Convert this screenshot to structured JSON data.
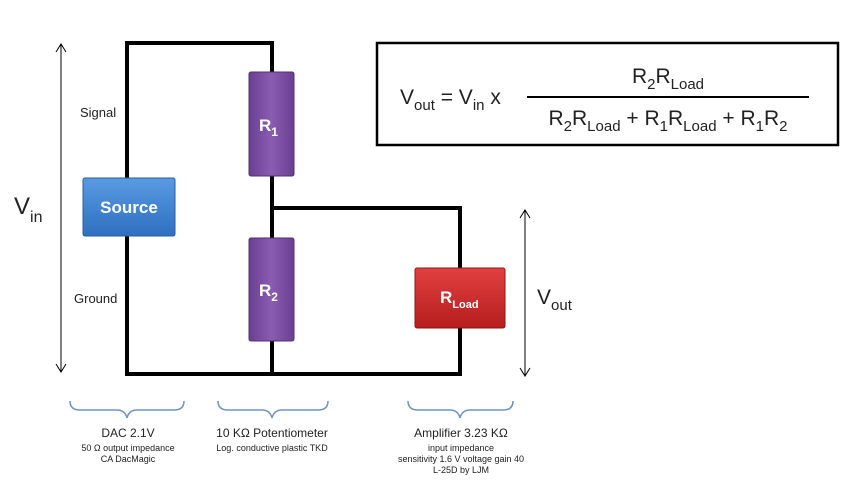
{
  "labels": {
    "vin_main": "V",
    "vin_sub": "in",
    "vout_main": "V",
    "vout_sub": "out",
    "signal": "Signal",
    "ground": "Ground"
  },
  "components": {
    "source": {
      "label": "Source",
      "color": "#3b7fd0"
    },
    "r1": {
      "main": "R",
      "sub": "1",
      "color": "#7a4ea0"
    },
    "r2": {
      "main": "R",
      "sub": "2",
      "color": "#7a4ea0"
    },
    "rload": {
      "main": "R",
      "sub": "Load",
      "color": "#cc2b2b"
    }
  },
  "formula": {
    "lhs_v": "V",
    "lhs_sub": "out",
    "eq": " = V",
    "vin_sub": "in",
    "times": " x",
    "num": {
      "a": "R",
      "b": "2",
      "c": "R",
      "d": "Load"
    },
    "den": {
      "t1a": "R",
      "t1b": "2",
      "t1c": "R",
      "t1d": "Load",
      "plus1": " + ",
      "t2a": "R",
      "t2b": "1",
      "t2c": "R",
      "t2d": "Load",
      "plus2": " + ",
      "t3a": "R",
      "t3b": "1",
      "t3c": "R",
      "t3d": "2"
    }
  },
  "captions": {
    "dac": {
      "title": "DAC 2.1V",
      "line1": "50 Ω output impedance",
      "line2": "CA DacMagic"
    },
    "pot": {
      "title": "10 KΩ Potentiometer",
      "line1": "Log. conductive plastic TKD"
    },
    "amp": {
      "title": "Amplifier 3.23 KΩ",
      "line1": "input impedance",
      "line2": "sensitivity 1.6 V voltage gain 40",
      "line3": "L-25D by LJM"
    }
  },
  "colors": {
    "brace": "#6d93c7",
    "wire": "#000000"
  }
}
